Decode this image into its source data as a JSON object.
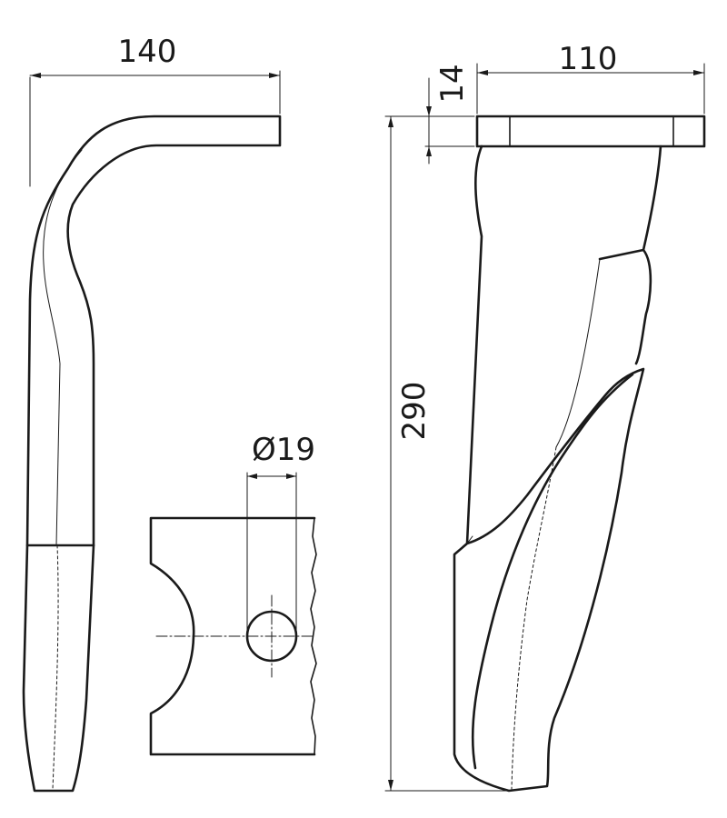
{
  "dimensions": {
    "width_side": "140",
    "width_front": "110",
    "flange_thickness": "14",
    "height": "290",
    "hole_diameter": "Ø19"
  }
}
